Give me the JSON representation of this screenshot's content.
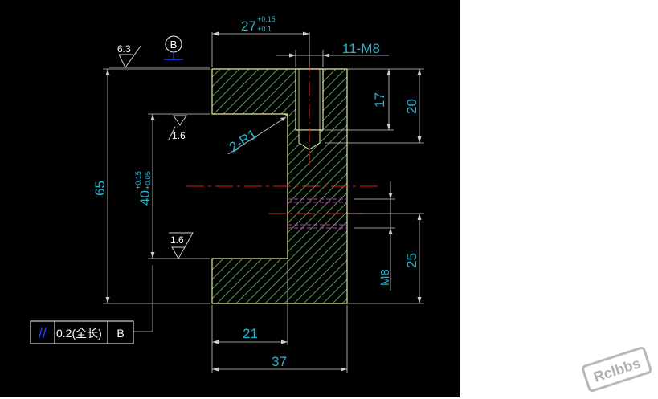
{
  "colors": {
    "background": "#000000",
    "outline": "#e8e8a0",
    "hatch": "#3fa83f",
    "dimension": "#cfcfcf",
    "dim_text": "#22b6d6",
    "centerline": "#e02020",
    "hidden_thread": "#c040c0",
    "datum_blue": "#2244ff"
  },
  "dimensions": {
    "top_width": "27",
    "top_width_upper_tol": "+0.15",
    "top_width_lower_tol": "+0.1",
    "thread_callout": "11-M8",
    "hole_depth_17": "17",
    "hole_depth_20": "20",
    "overall_height": "65",
    "slot_height": "40",
    "slot_upper_tol": "+0.15",
    "slot_lower_tol": "+0.05",
    "corner_radius": "2-R1",
    "thread_pos_25": "25",
    "side_thread": "M8",
    "web_width": "21",
    "overall_width": "37"
  },
  "roughness": {
    "top": "6.3",
    "upper_slot": "1.6",
    "lower_slot": "1.6"
  },
  "datum": {
    "letter": "B"
  },
  "tolerance_frame": {
    "symbol": "//",
    "value": "0.2(全长)",
    "datum": "B"
  },
  "watermark": {
    "text": "Rclbbs"
  }
}
